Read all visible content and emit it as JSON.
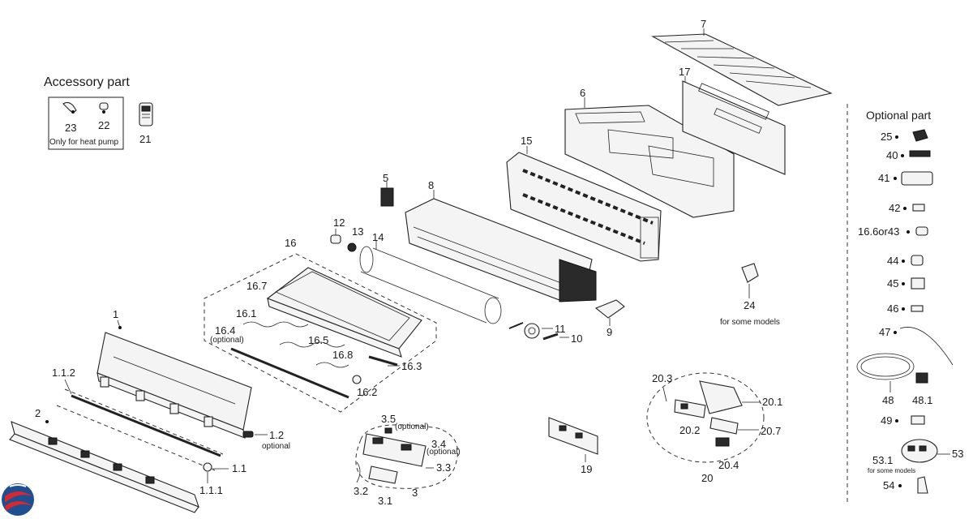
{
  "accessory": {
    "title": "Accessory part",
    "note": "Only for heat pump",
    "items": [
      "23",
      "22",
      "21"
    ]
  },
  "optional": {
    "title": "Optional part",
    "items": [
      "25",
      "40",
      "41",
      "42",
      "16.6or43",
      "44",
      "45",
      "46",
      "47",
      "48",
      "48.1",
      "49",
      "53.1",
      "53",
      "54"
    ],
    "note_53_1": "for some models"
  },
  "callouts": {
    "p1": "1",
    "p1_1": "1.1",
    "p1_1_1": "1.1.1",
    "p1_1_2": "1.1.2",
    "p1_2": "1.2",
    "p1_2_note": "optional",
    "p2": "2",
    "p3": "3",
    "p3_1": "3.1",
    "p3_2": "3.2",
    "p3_3": "3.3",
    "p3_4": "3.4",
    "p3_4_note": "(optional)",
    "p3_5": "3.5",
    "p3_5_note": "(optional)",
    "p5": "5",
    "p6": "6",
    "p7": "7",
    "p8": "8",
    "p9": "9",
    "p10": "10",
    "p11": "11",
    "p12": "12",
    "p13": "13",
    "p14": "14",
    "p15": "15",
    "p16": "16",
    "p16_1": "16.1",
    "p16_2": "16.2",
    "p16_3": "16.3",
    "p16_4": "16.4",
    "p16_4_note": "(optional)",
    "p16_5": "16.5",
    "p16_7": "16.7",
    "p16_8": "16.8",
    "p17": "17",
    "p19": "19",
    "p20": "20",
    "p20_1": "20.1",
    "p20_2": "20.2",
    "p20_3": "20.3",
    "p20_4": "20.4",
    "p20_7": "20.7",
    "p24": "24",
    "p24_note": "for some models"
  },
  "colors": {
    "logo_red": "#d7282f",
    "logo_blue": "#1d4f91"
  }
}
